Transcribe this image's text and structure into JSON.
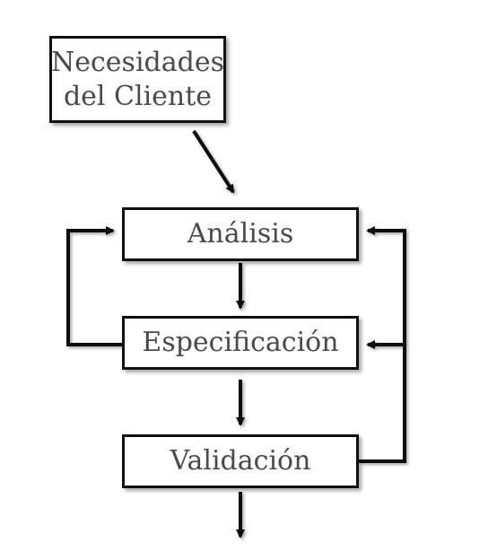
{
  "diagram": {
    "nodes": {
      "client": {
        "line1": "Necesidades",
        "line2": "del Cliente"
      },
      "analysis": {
        "label": "Análisis"
      },
      "specification": {
        "label": "Especificación"
      },
      "validation": {
        "label": "Validación"
      }
    },
    "colors": {
      "line": "#111111",
      "text": "#4a4a4a",
      "background": "#ffffff"
    }
  }
}
